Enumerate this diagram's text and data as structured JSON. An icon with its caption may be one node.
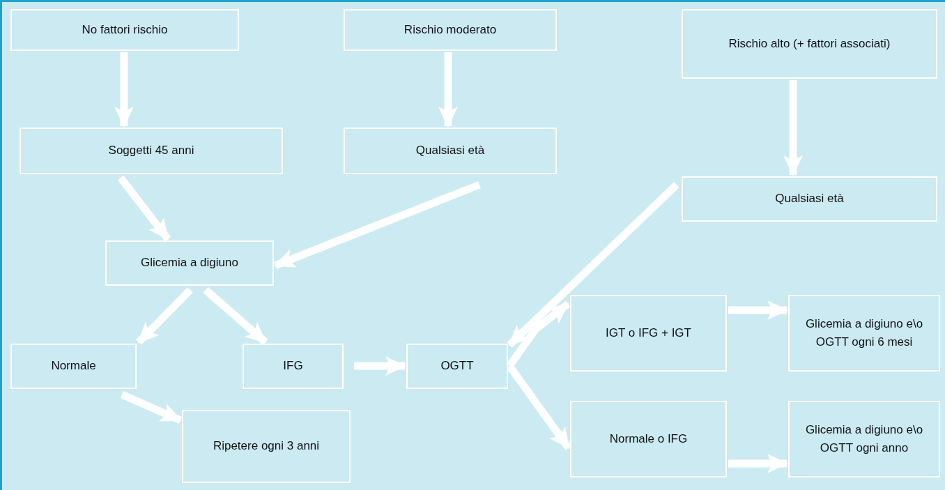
{
  "diagram": {
    "nodes": [
      {
        "text": [
          "No fattori rischio"
        ]
      },
      {
        "text": [
          "Rischio moderato"
        ]
      },
      {
        "text": [
          "Rischio alto (+ fattori associati)"
        ]
      },
      {
        "text": [
          "Soggetti 45 anni"
        ]
      },
      {
        "text": [
          "Qualsiasi età"
        ]
      },
      {
        "text": [
          "Qualsiasi età"
        ]
      },
      {
        "text": [
          "Glicemia a digiuno"
        ]
      },
      {
        "text": [
          "Normale"
        ]
      },
      {
        "text": [
          "IFG"
        ]
      },
      {
        "text": [
          "OGTT"
        ]
      },
      {
        "text": [
          "IGT o IFG + IGT"
        ]
      },
      {
        "text": [
          "Glicemia a digiuno e\\o OGTT ogni 6 mesi"
        ]
      },
      {
        "text": [
          "Ripetere ogni 3 anni"
        ]
      },
      {
        "text": [
          "Normale o IFG"
        ]
      },
      {
        "text": [
          "Glicemia a digiuno e\\o OGTT ogni anno"
        ]
      }
    ],
    "edges": [
      {
        "from": 0,
        "to": 3,
        "arrow": "to"
      },
      {
        "from": 1,
        "to": 4,
        "arrow": "to"
      },
      {
        "from": 2,
        "to": 5,
        "arrow": "to"
      },
      {
        "from": 3,
        "to": 6,
        "arrow": "to"
      },
      {
        "from": 4,
        "to": 6,
        "arrow": "to"
      },
      {
        "from": 5,
        "to": 9,
        "arrow": "to"
      },
      {
        "from": 6,
        "to": 7,
        "arrow": "to"
      },
      {
        "from": 6,
        "to": 8,
        "arrow": "to"
      },
      {
        "from": 7,
        "to": 12,
        "arrow": "to"
      },
      {
        "from": 8,
        "to": 9,
        "arrow": "to"
      },
      {
        "from": 9,
        "to": 10,
        "arrow": "to"
      },
      {
        "from": 9,
        "to": 13,
        "arrow": "to"
      },
      {
        "from": 10,
        "to": 11,
        "arrow": "to"
      },
      {
        "from": 13,
        "to": 14,
        "arrow": "to"
      }
    ]
  }
}
